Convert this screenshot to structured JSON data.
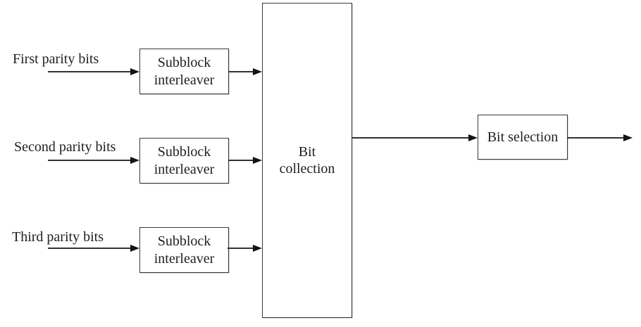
{
  "figure": {
    "inputs": [
      {
        "label": "First parity bits"
      },
      {
        "label": "Second parity bits"
      },
      {
        "label": "Third parity bits"
      }
    ],
    "interleavers": [
      {
        "line1": "Subblock",
        "line2": "interleaver"
      },
      {
        "line1": "Subblock",
        "line2": "interleaver"
      },
      {
        "line1": "Subblock",
        "line2": "interleaver"
      }
    ],
    "bit_collection": {
      "line1": "Bit",
      "line2": "collection"
    },
    "bit_selection": {
      "label": "Bit selection"
    },
    "colors": {
      "background": "#ffffff",
      "box_border": "#3a3a3a",
      "line": "#323232",
      "arrowhead": "#141414",
      "text": "#1f1f1f"
    }
  }
}
